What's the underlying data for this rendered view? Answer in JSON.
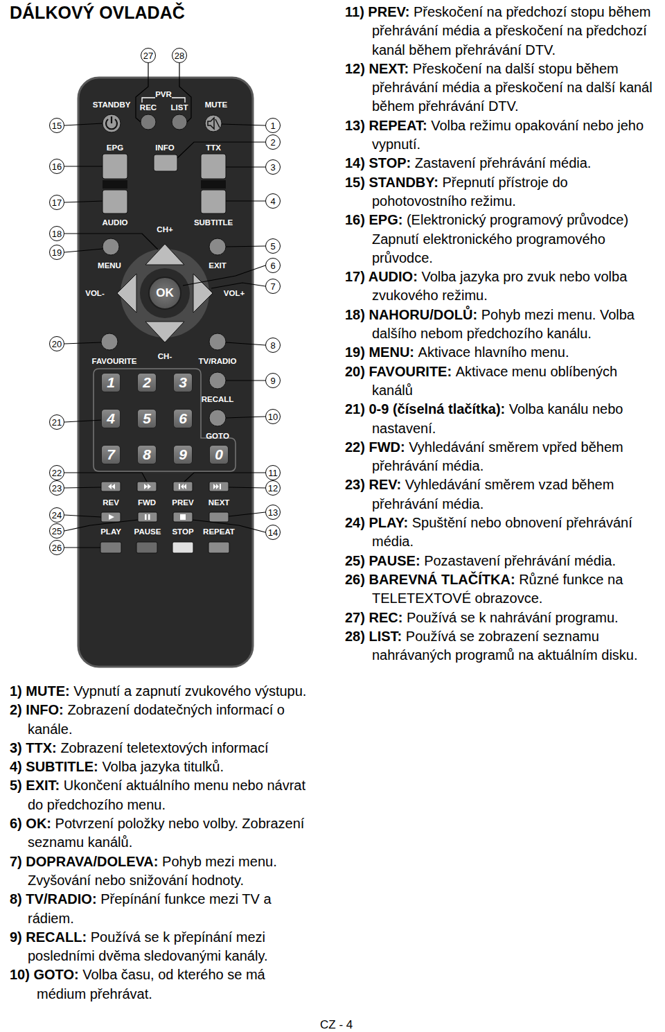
{
  "diagram": {
    "title": "DÁLKOVÝ OVLADAČ",
    "nodes": [
      {
        "text": [
          "1"
        ]
      },
      {
        "text": [
          "2"
        ]
      },
      {
        "text": [
          "3"
        ]
      },
      {
        "text": [
          "4"
        ]
      },
      {
        "text": [
          "5"
        ]
      },
      {
        "text": [
          "6"
        ]
      },
      {
        "text": [
          "7"
        ]
      },
      {
        "text": [
          "8"
        ]
      },
      {
        "text": [
          "9"
        ]
      },
      {
        "text": [
          "10"
        ]
      },
      {
        "text": [
          "11"
        ]
      },
      {
        "text": [
          "12"
        ]
      },
      {
        "text": [
          "13"
        ]
      },
      {
        "text": [
          "14"
        ]
      },
      {
        "text": [
          "15"
        ]
      },
      {
        "text": [
          "16"
        ]
      },
      {
        "text": [
          "17"
        ]
      },
      {
        "text": [
          "18"
        ]
      },
      {
        "text": [
          "19"
        ]
      },
      {
        "text": [
          "20"
        ]
      },
      {
        "text": [
          "21"
        ]
      },
      {
        "text": [
          "22"
        ]
      },
      {
        "text": [
          "23"
        ]
      },
      {
        "text": [
          "24"
        ]
      },
      {
        "text": [
          "25"
        ]
      },
      {
        "text": [
          "26"
        ]
      },
      {
        "text": [
          "27"
        ]
      },
      {
        "text": [
          "28"
        ]
      },
      {
        "text": [
          "1"
        ]
      },
      {
        "text": [
          "2"
        ]
      },
      {
        "text": [
          "3"
        ]
      },
      {
        "text": [
          "4"
        ]
      },
      {
        "text": [
          "5"
        ]
      },
      {
        "text": [
          "6"
        ]
      },
      {
        "text": [
          "7"
        ]
      },
      {
        "text": [
          "8"
        ]
      },
      {
        "text": [
          "9"
        ]
      },
      {
        "text": [
          "0"
        ]
      },
      {
        "text": [
          "OK"
        ]
      }
    ],
    "labels": [
      "STANDBY",
      "PVR",
      "REC",
      "LIST",
      "MUTE",
      "EPG",
      "INFO",
      "TTX",
      "AUDIO",
      "CH+",
      "SUBTITLE",
      "MENU",
      "EXIT",
      "VOL-",
      "VOL+",
      "FAVOURITE",
      "CH-",
      "TV/RADIO",
      "RECALL",
      "GOTO",
      "REV",
      "FWD",
      "PREV",
      "NEXT",
      "PLAY",
      "PAUSE",
      "STOP",
      "REPEAT",
      "1) MUTE:",
      "Vypnutí a zapnutí zvukového výstupu.",
      "2) INFO:",
      "Zobrazení dodatečných informací o kanále.",
      "3) TTX:",
      "Zobrazení teletextových informací",
      "4) SUBTITLE:",
      "Volba jazyka titulků.",
      "5) EXIT:",
      "Ukončení aktuálního menu nebo návrat do předchozího menu.",
      "6) OK:",
      "Potvrzení položky nebo volby. Zobrazení seznamu kanálů.",
      "7) DOPRAVA/DOLEVA:",
      "Pohyb mezi menu. Zvyšování nebo snižování hodnoty.",
      "8) TV/RADIO:",
      "Přepínání funkce mezi TV a rádiem.",
      "9) RECALL:",
      "Používá se k přepínání mezi posledními dvěma sledovanými kanály.",
      "10) GOTO:",
      "Volba času, od kterého se má médium přehrávat.",
      "11) PREV:",
      "Přeskočení na předchozí stopu během přehrávání média a přeskočení na předchozí kanál během přehrávání DTV.",
      "12) NEXT:",
      "Přeskočení na další stopu během přehrávání média a přeskočení na další kanál během přehrávání DTV.",
      "13) REPEAT:",
      "Volba režimu opakování nebo jeho vypnutí.",
      "14) STOP:",
      "Zastavení přehrávání média.",
      "15) STANDBY:",
      "Přepnutí přístroje do pohotovostního režimu.",
      "16) EPG:",
      "(Elektronický programový průvodce) Zapnutí elektronického programového průvodce.",
      "17) AUDIO:",
      "Volba jazyka pro zvuk nebo volba zvukového režimu.",
      "18) NAHORU/DOLŮ:",
      "Pohyb mezi menu. Volba dalšího nebom předchozího kanálu.",
      "19) MENU:",
      "Aktivace hlavního menu.",
      "20) FAVOURITE:",
      "Aktivace menu oblíbených kanálů",
      "21) 0-9 (číselná tlačítka):",
      "Volba kanálu nebo nastavení.",
      "22) FWD:",
      "Vyhledávání směrem vpřed během přehrávání média.",
      "23) REV:",
      "Vyhledávání směrem vzad během přehrávání média.",
      "24) PLAY:",
      "Spuštění nebo obnovení přehrávání média.",
      "25) PAUSE:",
      "Pozastavení přehrávání média.",
      "26) BAREVNÁ TLAČÍTKA:",
      "Různé funkce na TELETEXTOVÉ obrazovce.",
      "27) REC:",
      "Používá se k nahrávání programu.",
      "28) LIST:",
      "Používá se zobrazení seznamu nahrávaných programů na aktuálním disku.",
      "CZ - 4"
    ]
  }
}
